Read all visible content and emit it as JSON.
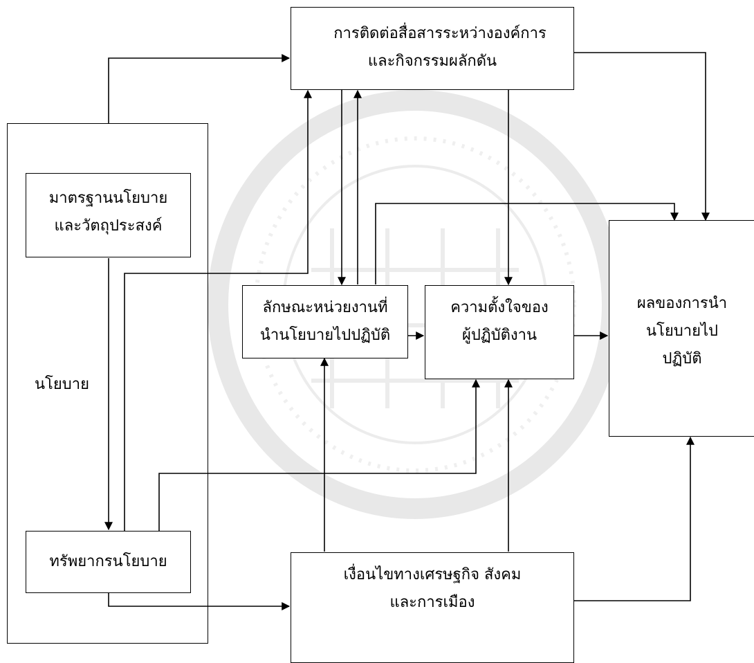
{
  "diagram": {
    "nodes": {
      "communication": {
        "line1": "การติดต่อสื่อสารระหว่างองค์การ",
        "line2": "และกิจกรรมผลักดัน"
      },
      "standards": {
        "line1": "มาตรฐานนโยบาย",
        "line2": "และวัตถุประสงค์"
      },
      "resources": {
        "line1": "ทรัพยากรนโยบาย"
      },
      "agency": {
        "line1": "ลักษณะหน่วยงานที่",
        "line2": "นำนโยบายไปปฏิบัติ"
      },
      "disposition": {
        "line1": "ความตั้งใจของ",
        "line2": "ผู้ปฏิบัติงาน"
      },
      "outcome": {
        "line1": "ผลของการนำ",
        "line2": "นโยบายไป",
        "line3": "ปฏิบัติ"
      },
      "conditions": {
        "line1": "เงื่อนไขทางเศรษฐกิจ สังคม",
        "line2": "และการเมือง"
      }
    },
    "edge_labels": {
      "policy": "นโยบาย"
    }
  }
}
